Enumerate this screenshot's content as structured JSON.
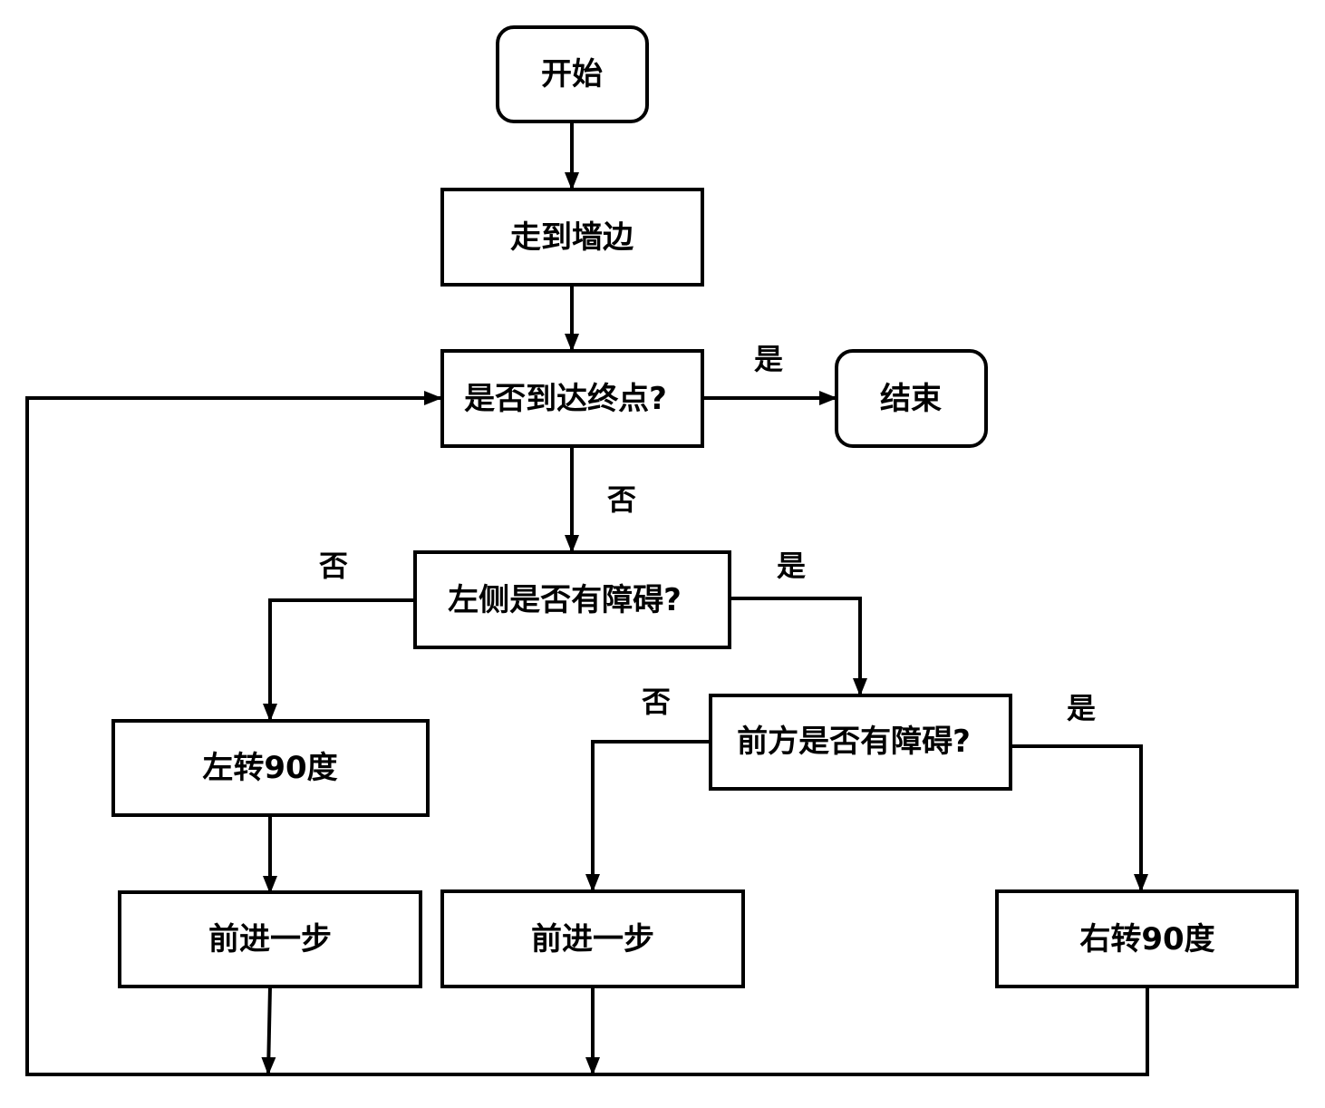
{
  "nodes": {
    "start": "开始",
    "walk_to_wall": "走到墙边",
    "reached_end": "是否到达终点?",
    "end": "结束",
    "left_obstacle": "左侧是否有障碍?",
    "turn_left": "左转90度",
    "front_obstacle": "前方是否有障碍?",
    "forward_left": "前进一步",
    "forward_middle": "前进一步",
    "turn_right": "右转90度"
  },
  "edge_labels": {
    "end_yes": "是",
    "end_no": "否",
    "left_no": "否",
    "left_yes": "是",
    "front_no": "否",
    "front_yes": "是"
  }
}
